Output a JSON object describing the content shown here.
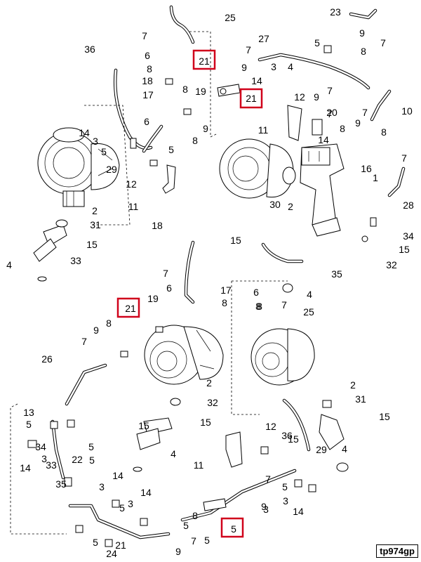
{
  "reference": "tp974gp",
  "highlighted_part": "21",
  "callouts": [
    "23",
    "9",
    "7",
    "8",
    "25",
    "7",
    "6",
    "8",
    "27",
    "5",
    "36",
    "21",
    "7",
    "9",
    "3",
    "4",
    "14",
    "8",
    "18",
    "17",
    "19",
    "21",
    "12",
    "9",
    "7",
    "10",
    "7",
    "6",
    "20",
    "8",
    "9",
    "8",
    "7",
    "14",
    "3",
    "5",
    "11",
    "8",
    "9",
    "29",
    "5",
    "14",
    "7",
    "12",
    "16",
    "1",
    "11",
    "30",
    "2",
    "28",
    "2",
    "31",
    "34",
    "15",
    "15",
    "4",
    "33",
    "15",
    "35",
    "32",
    "4",
    "25",
    "18",
    "7",
    "17",
    "6",
    "21",
    "19",
    "8",
    "9",
    "8",
    "6",
    "7",
    "8",
    "7",
    "26",
    "2",
    "13",
    "32",
    "5",
    "15",
    "8",
    "2",
    "31",
    "15",
    "5",
    "15",
    "12",
    "36",
    "15",
    "34",
    "22",
    "5",
    "29",
    "4",
    "14",
    "3",
    "11",
    "33",
    "35",
    "3",
    "14",
    "5",
    "3",
    "7",
    "14",
    "5",
    "3",
    "3",
    "9",
    "5",
    "4",
    "14",
    "8",
    "5",
    "21",
    "5",
    "7",
    "9",
    "5",
    "24",
    "8",
    "5"
  ]
}
